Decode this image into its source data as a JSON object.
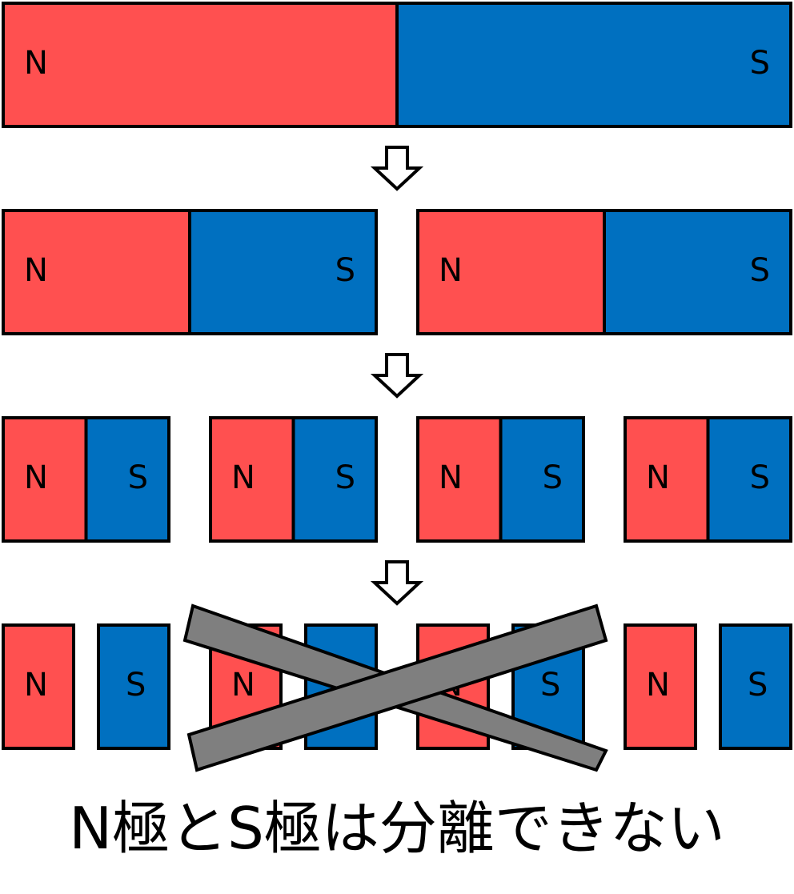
{
  "colors": {
    "north": "#FF5050",
    "south": "#0070C0",
    "outline": "#000000",
    "cross": "#7F7F7F",
    "arrow_fill": "#FFFFFF"
  },
  "labels": {
    "north": "N",
    "south": "S"
  },
  "stages": [
    {
      "name": "whole-magnet",
      "magnets": 1,
      "split": false
    },
    {
      "name": "halves",
      "magnets": 2,
      "split": false
    },
    {
      "name": "quarters",
      "magnets": 4,
      "split": false
    },
    {
      "name": "separated-poles",
      "magnets": 4,
      "split": true,
      "crossed_out": true
    }
  ],
  "icons": {
    "arrow": "down-arrow-outline-icon",
    "cross": "x-mark-icon"
  },
  "caption": "N極とS極は分離できない"
}
